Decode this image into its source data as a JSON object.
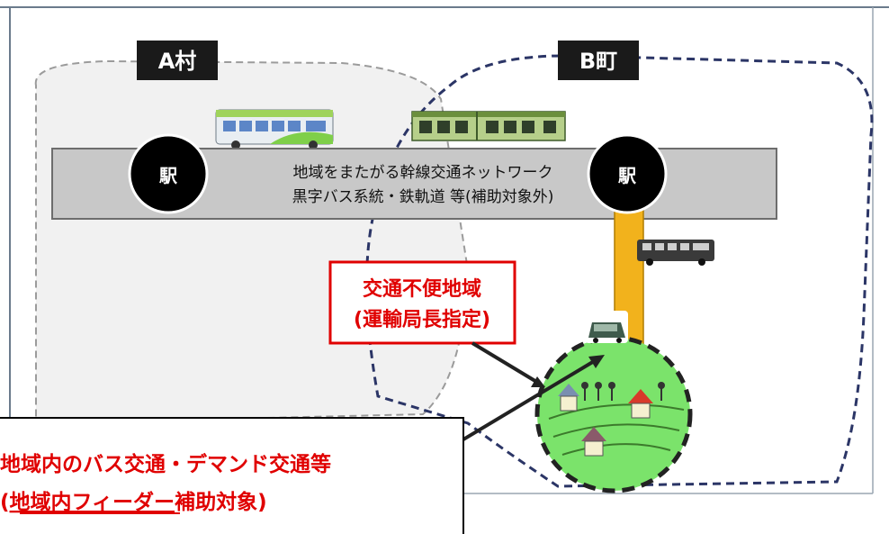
{
  "village_a": {
    "label": "A村"
  },
  "town_b": {
    "label": "B町"
  },
  "stations": {
    "left_label": "駅",
    "right_label": "駅"
  },
  "trunk_network": {
    "line1": "地域をまたがる幹線交通ネットワーク",
    "line2": "黒字バス系統・鉄軌道 等(補助対象外)"
  },
  "inconvenient_area": {
    "line1": "交通不便地域",
    "line2": "(運輸局長指定)"
  },
  "feeder_box": {
    "line1": "地域内のバス交通・デマンド交通等",
    "line2_prefix": "(",
    "line2_underlined": "地域内フィーダー",
    "line2_suffix": "補助対象)"
  },
  "colors": {
    "label_box": "#1a1a1a",
    "station": "#000000",
    "network_band": "#c8c8c8",
    "feeder_circle": "#7be36b",
    "feeder_route": "#f2b21c",
    "callout_red": "#e00000"
  },
  "icons": [
    "bus-icon",
    "train-icon",
    "bus-dark-icon",
    "car-icon",
    "house-icon",
    "tree-icon"
  ]
}
